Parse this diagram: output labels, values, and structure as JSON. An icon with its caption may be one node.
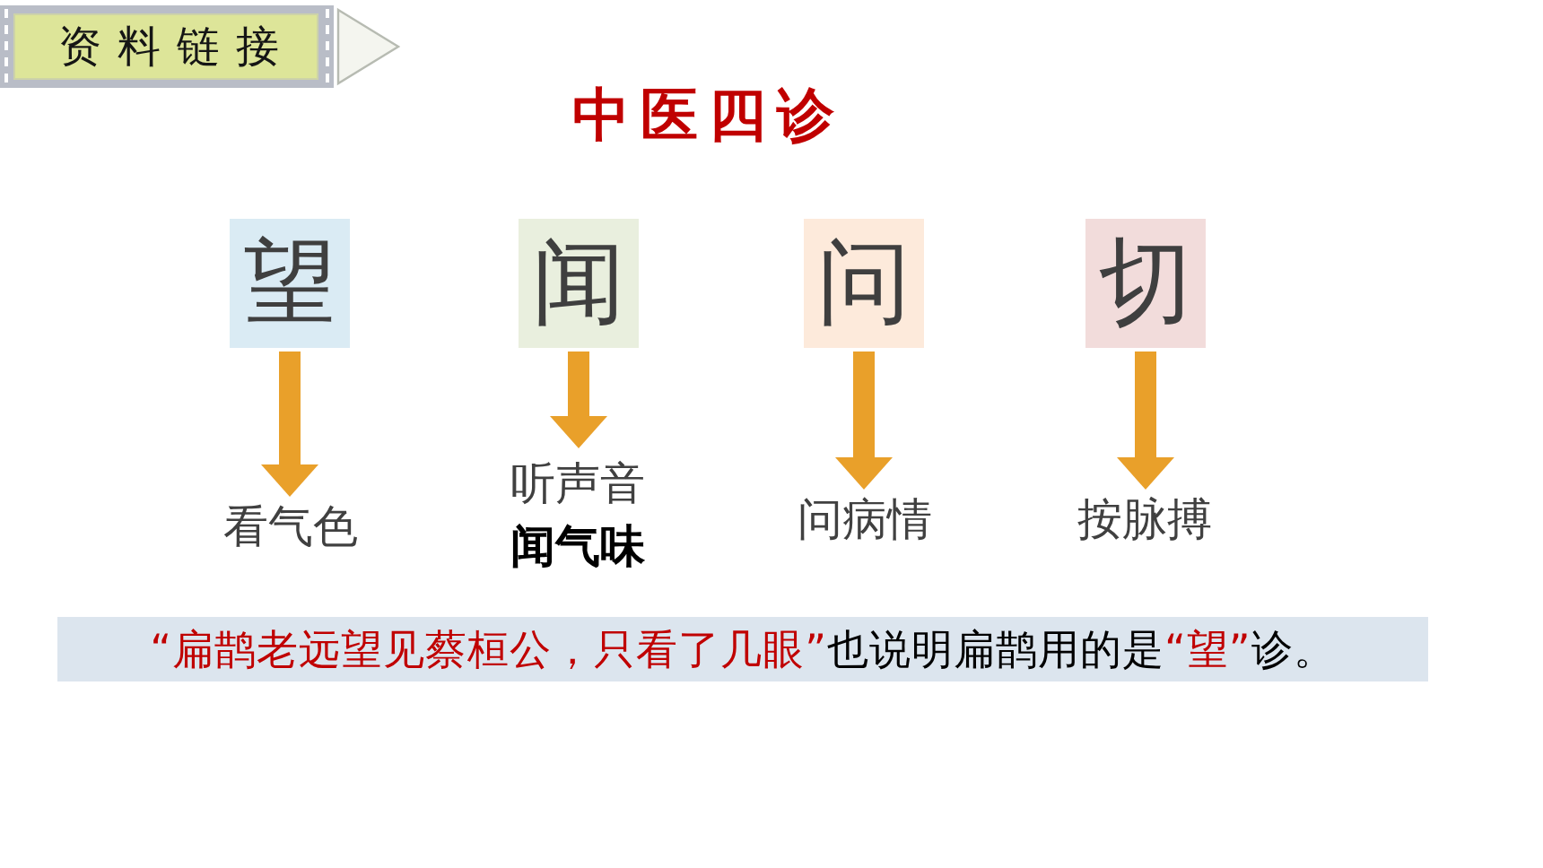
{
  "diagram": {
    "title": "中医四诊",
    "nodes": [
      {
        "text": [
          "资料链接"
        ]
      },
      {
        "text": [
          "望"
        ]
      },
      {
        "text": [
          "闻"
        ]
      },
      {
        "text": [
          "问"
        ]
      },
      {
        "text": [
          "切"
        ]
      },
      {
        "text": [
          "看气色"
        ]
      },
      {
        "text": [
          "听声音",
          "闻气味"
        ]
      },
      {
        "text": [
          "问病情"
        ]
      },
      {
        "text": [
          "按脉搏"
        ]
      },
      {
        "text": [
          "“扁鹊老远望见蔡桓公，只看了几眼”",
          "也说明扁鹊用的是",
          "“望”",
          "诊。"
        ]
      }
    ],
    "edges": [
      {
        "from": 1,
        "to": 5,
        "arrow": "to"
      },
      {
        "from": 2,
        "to": 6,
        "arrow": "to"
      },
      {
        "from": 3,
        "to": 7,
        "arrow": "to"
      },
      {
        "from": 4,
        "to": 8,
        "arrow": "to"
      }
    ]
  }
}
